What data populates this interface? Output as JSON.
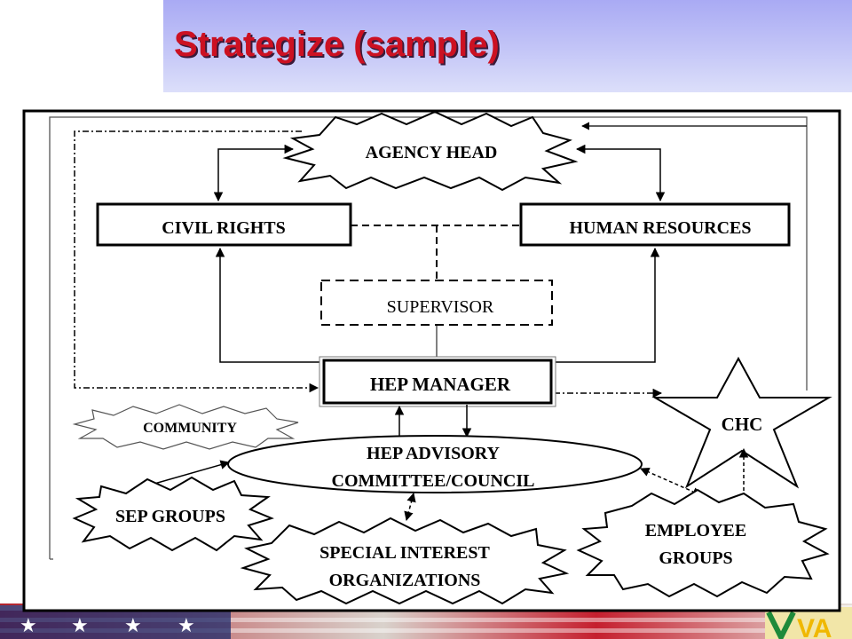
{
  "title": "Strategize (sample)",
  "diagram": {
    "nodes": {
      "agency_head": "AGENCY HEAD",
      "civil_rights": "CIVIL RIGHTS",
      "human_resources": "HUMAN RESOURCES",
      "supervisor": "SUPERVISOR",
      "hep_manager": "HEP MANAGER",
      "community": "COMMUNITY",
      "chc": "CHC",
      "hep_advisory_line1": "HEP ADVISORY",
      "hep_advisory_line2": "COMMITTEE/COUNCIL",
      "sep_groups": "SEP GROUPS",
      "special_interest_line1": "SPECIAL INTEREST",
      "special_interest_line2": "ORGANIZATIONS",
      "employee_groups_line1": "EMPLOYEE",
      "employee_groups_line2": "GROUPS"
    }
  },
  "footer_logo_text": "VA",
  "colors": {
    "title_red": "#cc1122",
    "title_band": "#b8baf5",
    "frame": "#000000"
  }
}
